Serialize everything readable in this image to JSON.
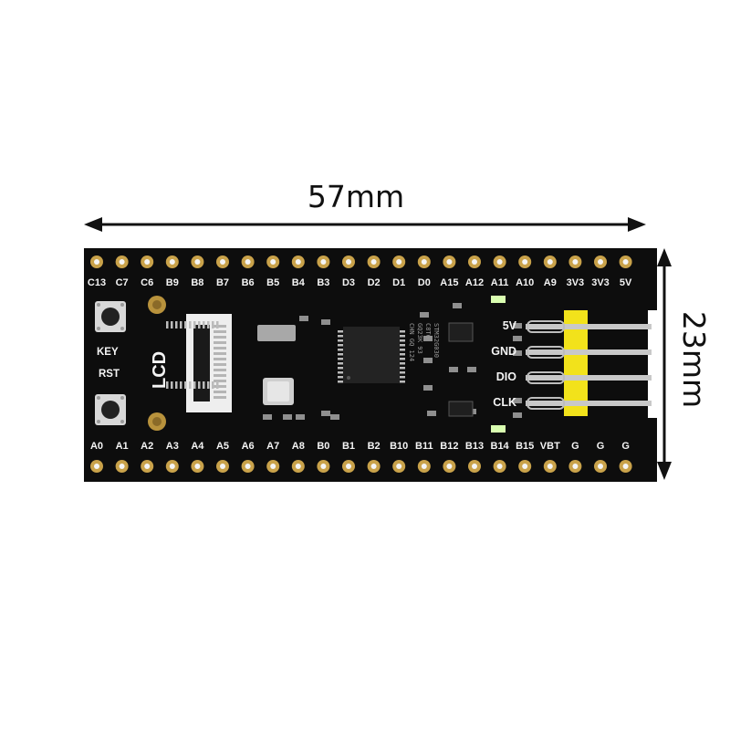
{
  "dimensions": {
    "width_label": "57mm",
    "height_label": "23mm"
  },
  "board": {
    "top_pins": [
      "C13",
      "C7",
      "C6",
      "B9",
      "B8",
      "B7",
      "B6",
      "B5",
      "B4",
      "B3",
      "D3",
      "D2",
      "D1",
      "D0",
      "A15",
      "A12",
      "A11",
      "A10",
      "A9",
      "3V3",
      "3V3",
      "5V"
    ],
    "bottom_pins": [
      "A0",
      "A1",
      "A2",
      "A3",
      "A4",
      "A5",
      "A6",
      "A7",
      "A8",
      "B0",
      "B1",
      "B2",
      "B10",
      "B11",
      "B12",
      "B13",
      "B14",
      "B15",
      "VBT",
      "G",
      "G",
      "G"
    ],
    "button_labels": {
      "key": "KEY",
      "reset": "RST"
    },
    "connector_label": "LCD",
    "header_pins": [
      "5V",
      "GND",
      "DIO",
      "CLK"
    ],
    "chip_markings": [
      "STM32G030",
      "C8T6",
      "GQ23K 93",
      "CHN GQ 124"
    ],
    "colors": {
      "pcb": "#0d0d0d",
      "pad": "#c9a24a",
      "silkscreen": "#f4f4f4",
      "header_plastic": "#f2e21b",
      "header_pin": "#c8c8c8",
      "led": "#d9ffb0"
    }
  }
}
